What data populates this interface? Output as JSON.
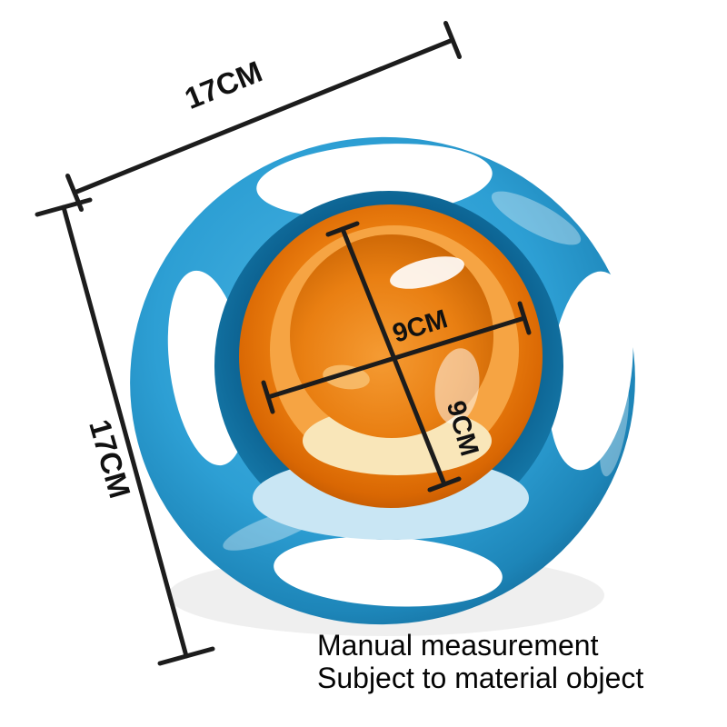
{
  "measurements": {
    "outer_width": "17CM",
    "outer_height": "17CM",
    "inner_width": "9CM",
    "inner_depth": "9CM"
  },
  "caption": {
    "line1": "Manual measurement",
    "line2": "Subject to material object"
  },
  "colors": {
    "background": "#ffffff",
    "shell_blue": "#2d9fd4",
    "shell_blue_dark": "#156f9e",
    "rim_blue_dark": "#0a5d8c",
    "inner_lip_blue": "#c9e6f4",
    "gimbal_orange": "#d96703",
    "bowl_rim_orange": "#f6a443",
    "bowl_interior_orange": "#e97f12",
    "reflection_cream": "#f9e6b9",
    "dimension_line": "#1c1c1c",
    "caption_text": "#050505"
  }
}
